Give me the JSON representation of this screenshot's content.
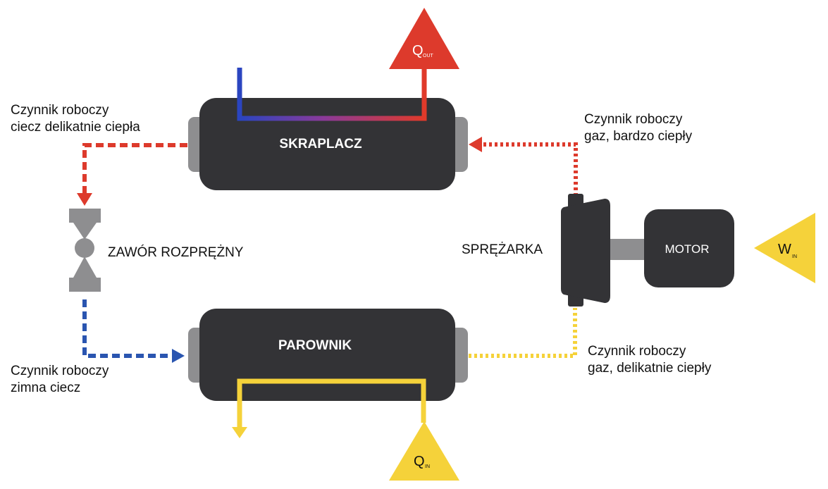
{
  "components": {
    "condenser": "SKRAPLACZ",
    "evaporator": "PAROWNIK",
    "valve": "ZAWÓR ROZPRĘŻNY",
    "compressor": "SPRĘŻARKA",
    "motor": "MOTOR"
  },
  "labels": {
    "top_left_1": "Czynnik roboczy",
    "top_left_2": "ciecz delikatnie ciepła",
    "top_right_1": "Czynnik roboczy",
    "top_right_2": "gaz, bardzo ciepły",
    "bottom_left_1": "Czynnik roboczy",
    "bottom_left_2": "zimna ciecz",
    "bottom_right_1": "Czynnik roboczy",
    "bottom_right_2": "gaz, delikatnie ciepły"
  },
  "symbols": {
    "q_out_main": "Q",
    "q_out_sub": "OUT",
    "q_in_main": "Q",
    "q_in_sub": "IN",
    "w_in_main": "W",
    "w_in_sub": "IN"
  },
  "colors": {
    "hot": "#dd3a2c",
    "cold": "#2a55b0",
    "warm": "#f5d23a",
    "body": "#333336",
    "cap": "#8e8e90"
  }
}
